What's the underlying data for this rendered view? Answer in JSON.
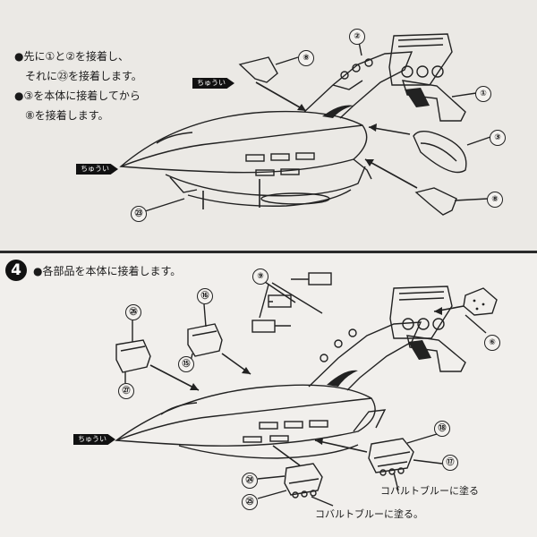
{
  "step1": {
    "instructions": [
      "●先に①と②を接着し、",
      "それに㉓を接着します。",
      "●③を本体に接着してから",
      "⑧を接着します。"
    ],
    "parts": [
      "②",
      "⑧",
      "①",
      "③",
      "⑧",
      "㉓"
    ],
    "caution_tags": [
      "ちゅうい",
      "ちゅうい"
    ]
  },
  "step4": {
    "badge": "4",
    "instruction": "●各部品を本体に接着します。",
    "parts": [
      "⑨",
      "⑥",
      "⑯",
      "㉖",
      "⑮",
      "㉗",
      "⑱",
      "⑰",
      "㉔",
      "㉕"
    ],
    "caution_tag": "ちゅうい",
    "paint_notes": [
      "コバルトブルーに塗る",
      "コバルトブルーに塗る。"
    ]
  }
}
